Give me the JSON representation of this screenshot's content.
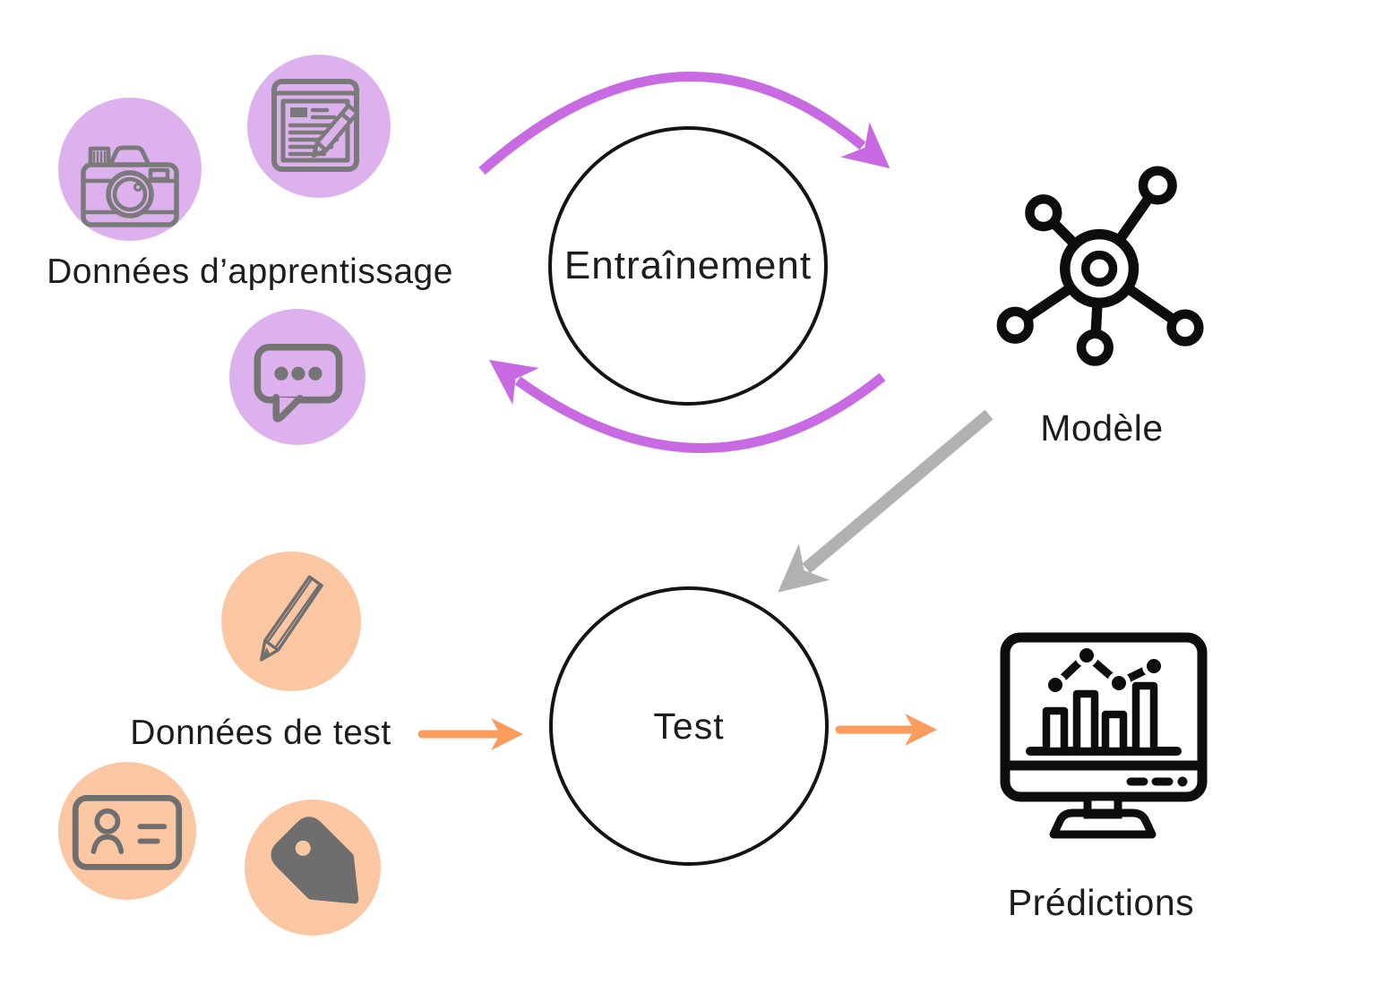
{
  "diagram": {
    "background_color": "#ffffff",
    "colors": {
      "training_bubble": "#ddb0ee",
      "test_bubble": "#fbc7a3",
      "training_arrow": "#c86ae1",
      "test_arrow": "#f99c5e",
      "model_arrow": "#b1b1b1",
      "icon_stroke_purple_group": "#7a7a7a",
      "icon_stroke_orange_group": "#6f6f6f",
      "node_outline": "#141414",
      "icon_black": "#0d0d0d",
      "text": "#1d1d1d"
    },
    "groups": {
      "training_data": {
        "label": "Données d’apprentissage",
        "icons": [
          "camera-icon",
          "document-pencil-icon",
          "chat-bubble-icon"
        ]
      },
      "test_data": {
        "label": "Données de test",
        "icons": [
          "pencil-icon",
          "id-card-icon",
          "tag-icon"
        ]
      }
    },
    "nodes": {
      "training": {
        "label": "Entraînement",
        "shape": "circle"
      },
      "test": {
        "label": "Test",
        "shape": "circle"
      },
      "model": {
        "label": "Modèle",
        "icon": "network-icon"
      },
      "predictions": {
        "label": "Prédictions",
        "icon": "monitor-chart-icon"
      }
    },
    "arrows": [
      {
        "from": "training_data",
        "to": "model",
        "style": "curved",
        "color": "#c86ae1"
      },
      {
        "from": "model",
        "to": "training_data",
        "style": "curved",
        "color": "#c86ae1"
      },
      {
        "from": "model",
        "to": "test",
        "style": "straight",
        "color": "#b1b1b1"
      },
      {
        "from": "test_data",
        "to": "test",
        "style": "straight",
        "color": "#f99c5e"
      },
      {
        "from": "test",
        "to": "predictions",
        "style": "straight",
        "color": "#f99c5e"
      }
    ]
  }
}
